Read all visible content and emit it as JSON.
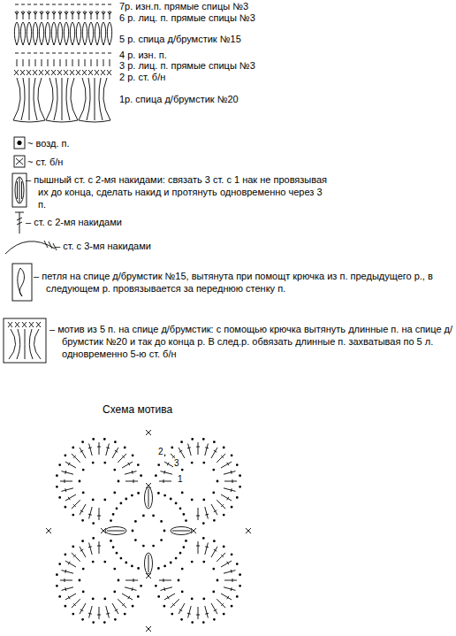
{
  "diagram": {
    "labels": [
      "7р. изн.п. прямые спицы №3",
      "6 р. лиц. п. прямые спицы №3",
      "5 р. спица д/брумстик №15",
      "4 р. изн. п.",
      "3 р. лиц. п. прямые спицы №3",
      "2 р. ст. б/н",
      "1р. спица д/брумстик №20",
      "Схема мотива",
      "1",
      "2",
      "3"
    ],
    "legend": [
      {
        "text": "~ возд. п."
      },
      {
        "text": "~ ст. б/н"
      },
      {
        "text": "– пышный ст. с 2-мя накидами: связать 3 ст. с 1 нак не провязывая их до конца, сделать накид и протянуть одновременно через 3 п."
      },
      {
        "text": "– ст. с 2-мя накидами"
      },
      {
        "text": "– ст. с 3-мя накидами"
      },
      {
        "text": "– петля на спице д/брумстик №15, вытянута при помощт крючка из п. предыдущего р., в следующем р. провязывается за переднюю стенку п."
      },
      {
        "text": "– мотив из 5 п. на спице д/брумстик: с помощью крючка вытянуть длинные п. на спице д/брумстик №20 и так до конца р. В след.р. обвязать длинные п. захватывая по 5 л. одновременно 5-ю ст. б/н"
      }
    ]
  }
}
